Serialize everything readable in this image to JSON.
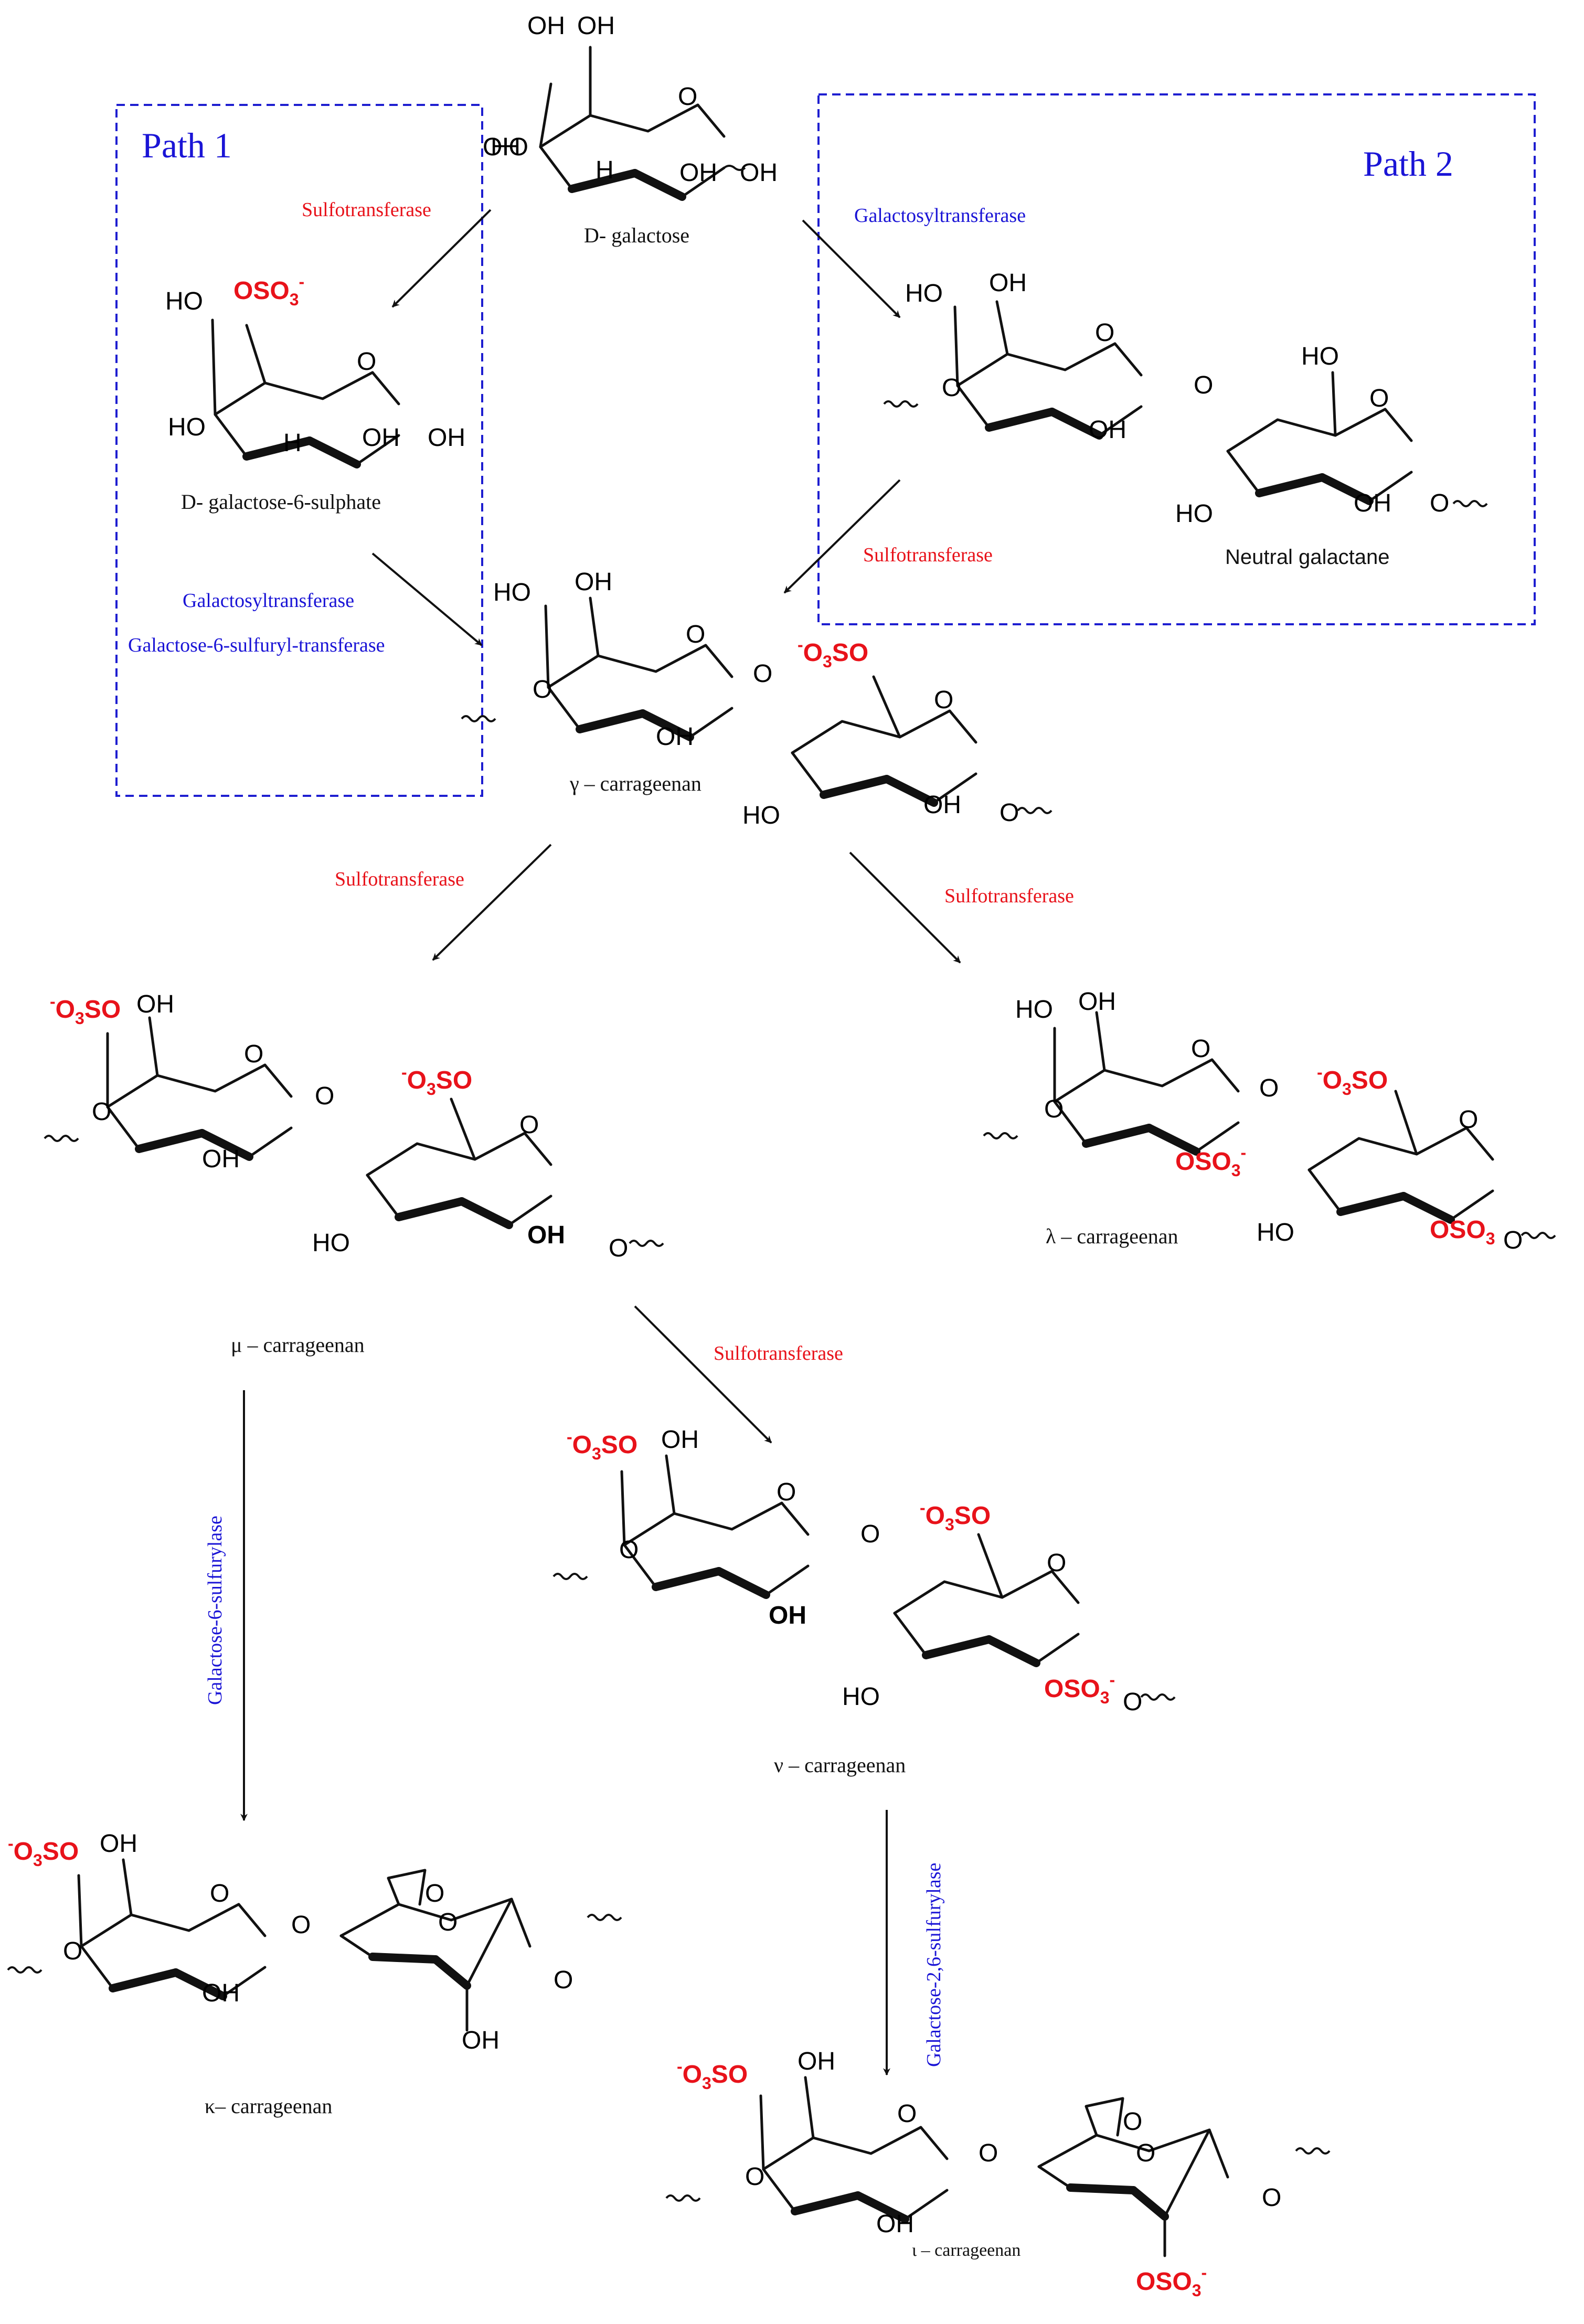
{
  "colors": {
    "red": "#e8121a",
    "blue": "#1a14d6",
    "black": "#111111"
  },
  "paths": {
    "path1": "Path 1",
    "path2": "Path 2"
  },
  "compounds": {
    "d_galactose": "D- galactose",
    "d_galactose_6_sulphate": "D- galactose-6-sulphate",
    "neutral_galactane": "Neutral galactane",
    "gamma": "γ – carrageenan",
    "mu": "μ – carrageenan",
    "lambda": "λ – carrageenan",
    "nu": "ν – carrageenan",
    "kappa": "κ– carrageenan",
    "iota": "ι – carrageenan"
  },
  "enzymes": {
    "sulfotransferase": "Sulfotransferase",
    "galactosyltransferase": "Galactosyltransferase",
    "galactose_6_sulfuryl_transferase": "Galactose-6-sulfuryl-transferase",
    "galactose_6_sulfurylase": "Galactose-6-sulfurylase",
    "galactose_2_6_sulfurylase": "Galactose-2,6-sulfurylase"
  },
  "atoms": {
    "OH": "OH",
    "HO": "HO",
    "H": "H",
    "O": "O",
    "OSO3": "OSO",
    "O3SO": "O",
    "SO": "SO",
    "sub3": "3",
    "minus": "-"
  }
}
